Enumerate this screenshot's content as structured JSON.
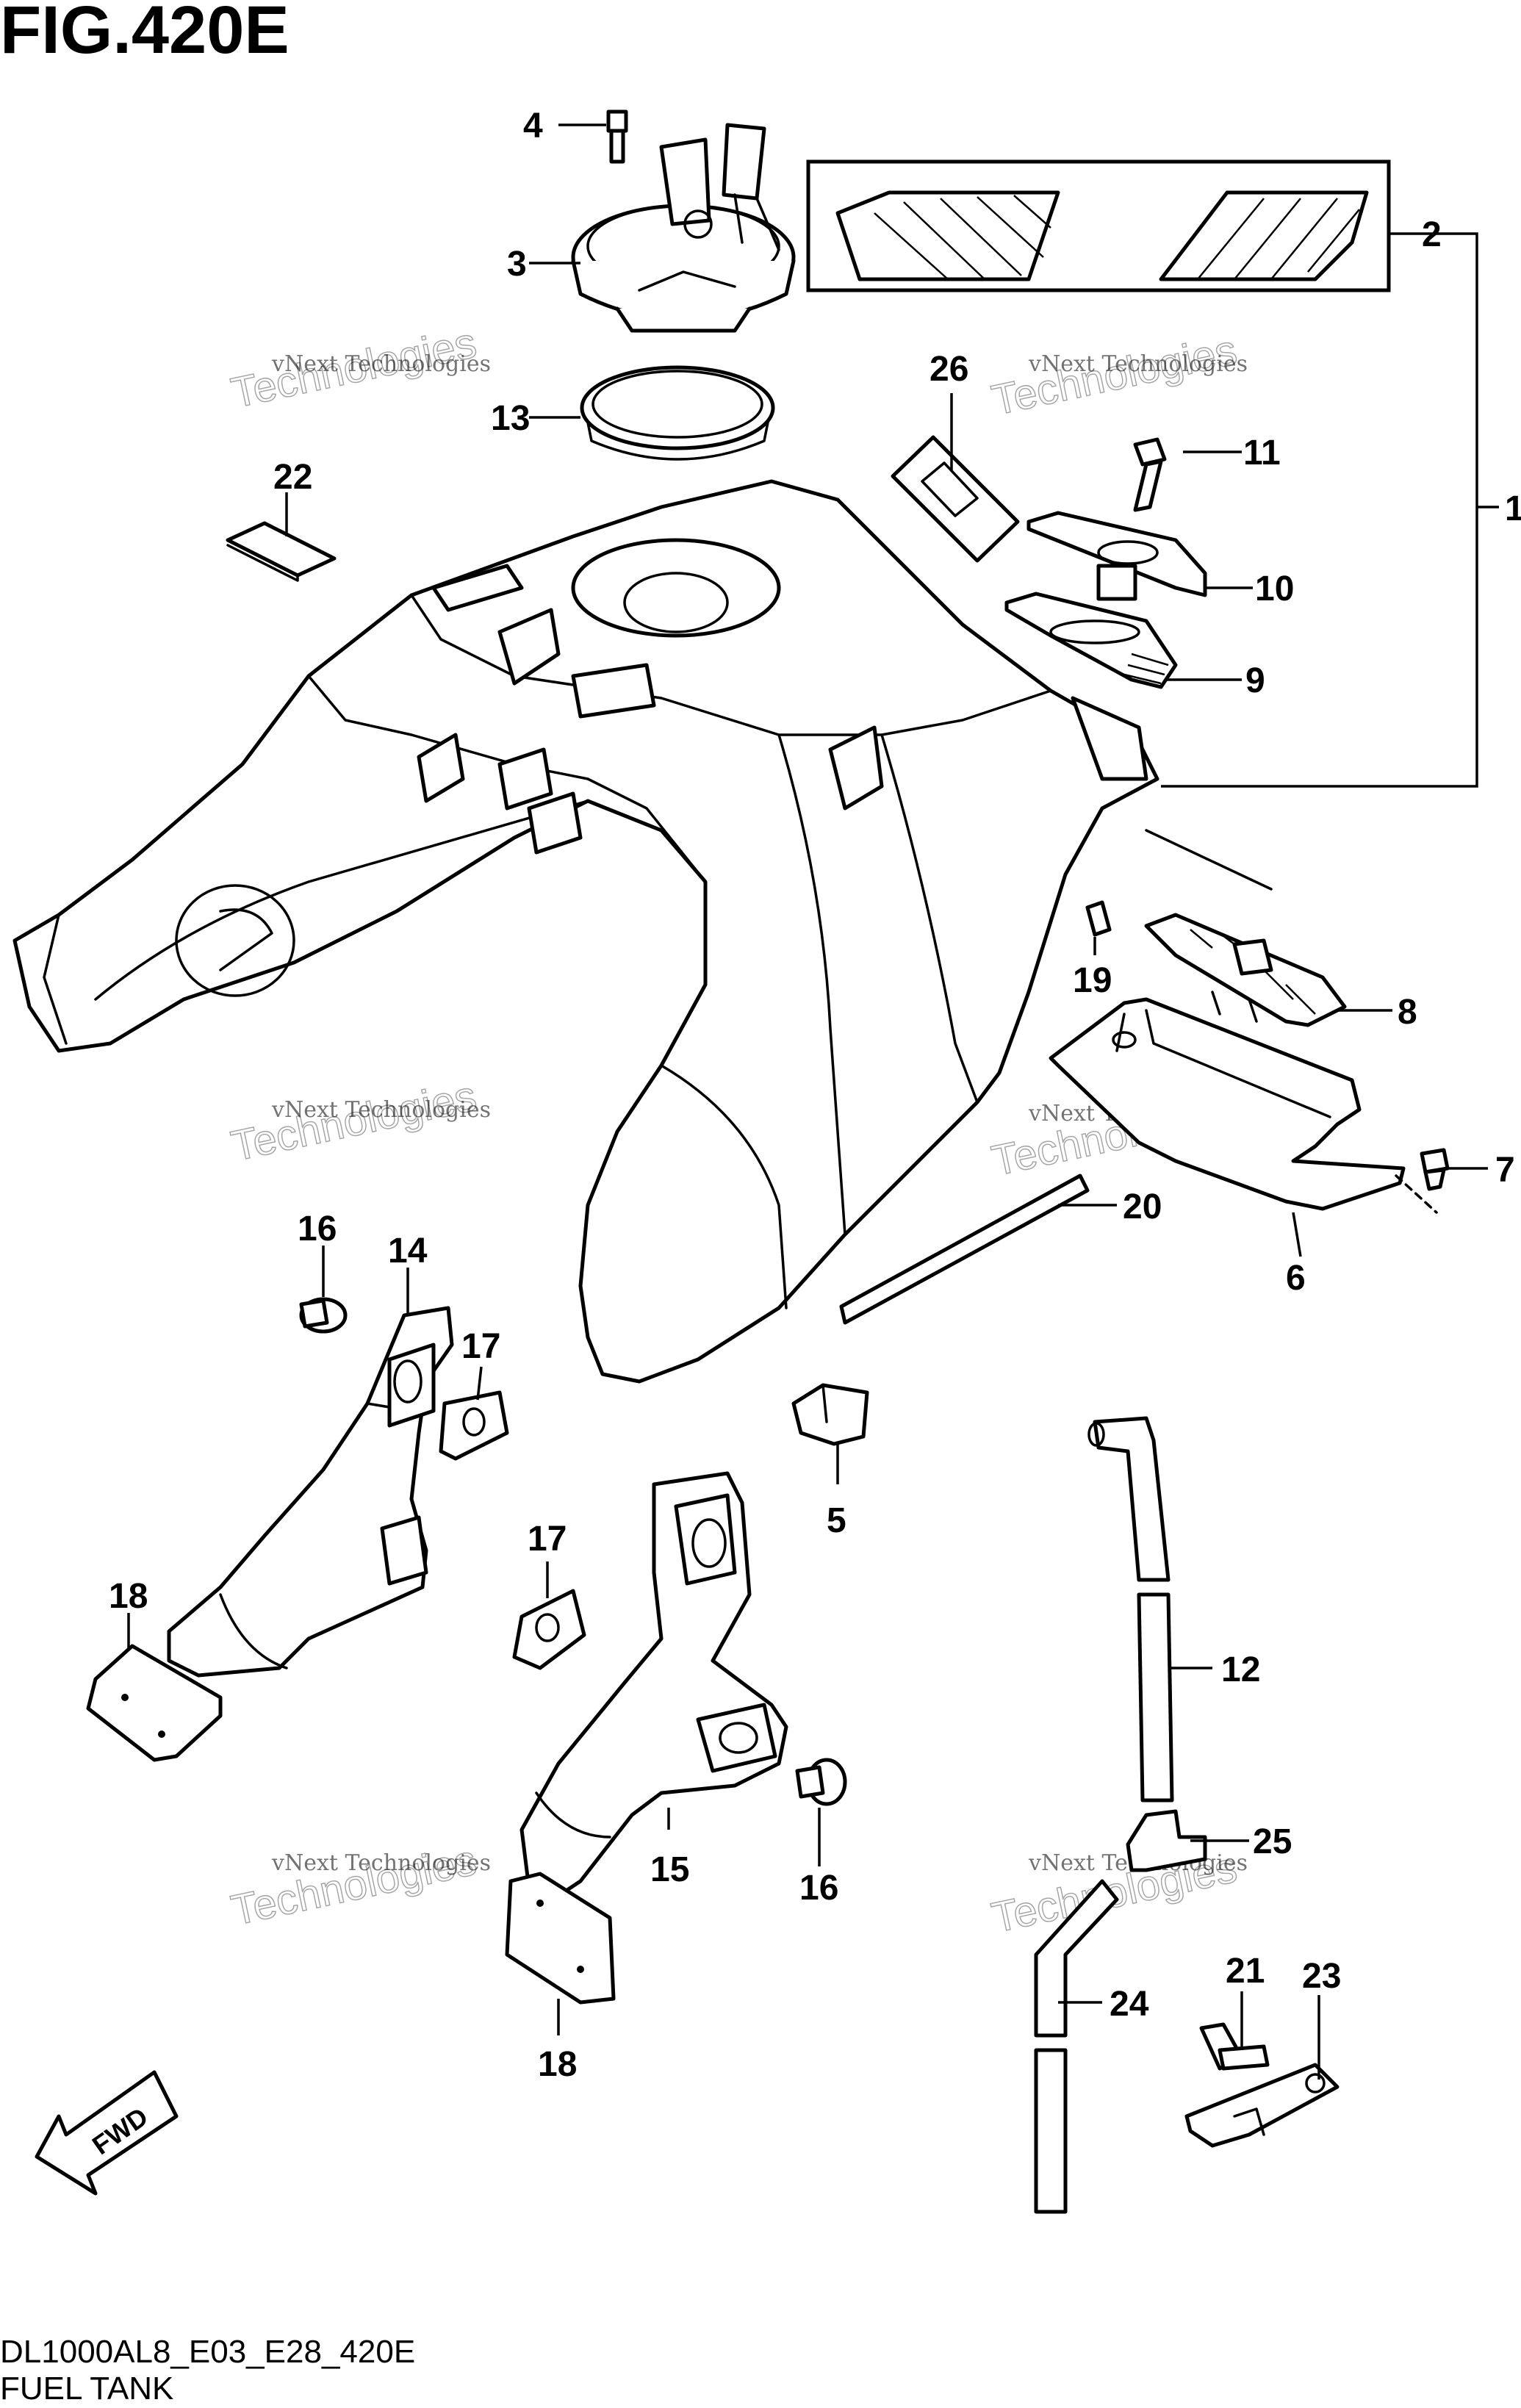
{
  "figure_title": "FIG.420E",
  "model_code": "DL1000AL8_E03_E28_420E",
  "assembly_name": "FUEL TANK",
  "watermark": {
    "small": "vNext Technologies",
    "large": "Technologies",
    "corner": "vNext"
  },
  "fwd_label": "FWD",
  "callouts": {
    "c1": "1",
    "c2": "2",
    "c3": "3",
    "c4": "4",
    "c5": "5",
    "c6": "6",
    "c7": "7",
    "c8": "8",
    "c9": "9",
    "c10": "10",
    "c11": "11",
    "c12": "12",
    "c13": "13",
    "c14": "14",
    "c15": "15",
    "c16a": "16",
    "c16b": "16",
    "c17a": "17",
    "c17b": "17",
    "c18a": "18",
    "c18b": "18",
    "c19": "19",
    "c20": "20",
    "c21": "21",
    "c22": "22",
    "c23": "23",
    "c24": "24",
    "c25": "25",
    "c26": "26"
  }
}
